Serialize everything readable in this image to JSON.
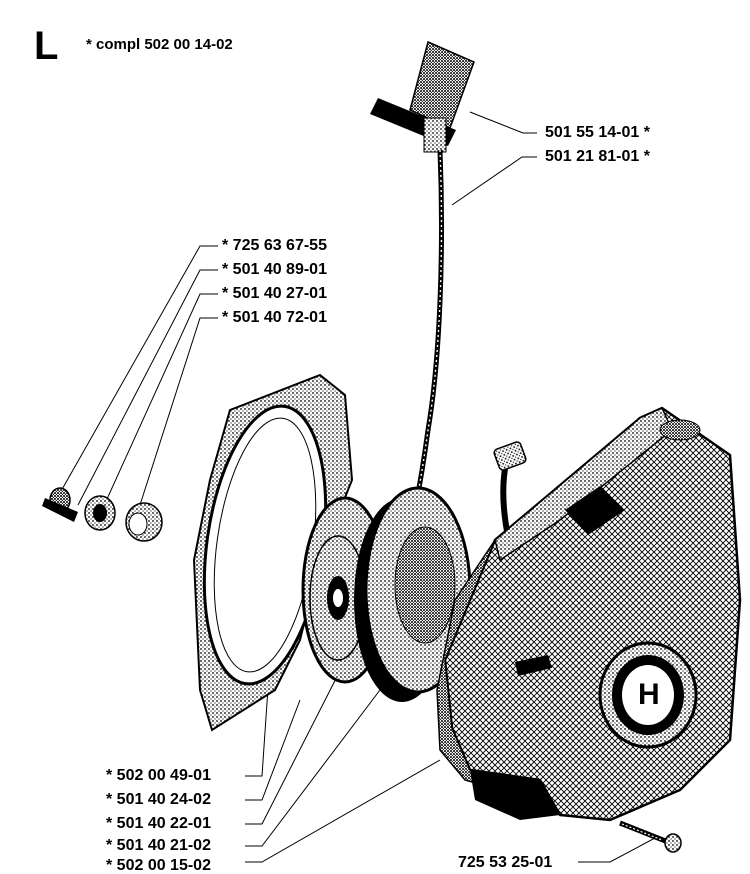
{
  "section_letter": "L",
  "assembly_note": "* compl 502 00 14-02",
  "parts_right": [
    "501 55 14-01  *",
    "501 21 81-01  *"
  ],
  "parts_left_top": [
    "* 725 63 67-55",
    "* 501 40 89-01",
    "* 501 40 27-01",
    "* 501 40 72-01"
  ],
  "parts_bottom_left": [
    "* 502 00 49-01",
    "* 501 40 24-02",
    "* 501 40 22-01",
    "* 501 40 21-02",
    "* 502 00 15-02"
  ],
  "part_bottom_right": "725 53 25-01",
  "brand_emblem": "H"
}
